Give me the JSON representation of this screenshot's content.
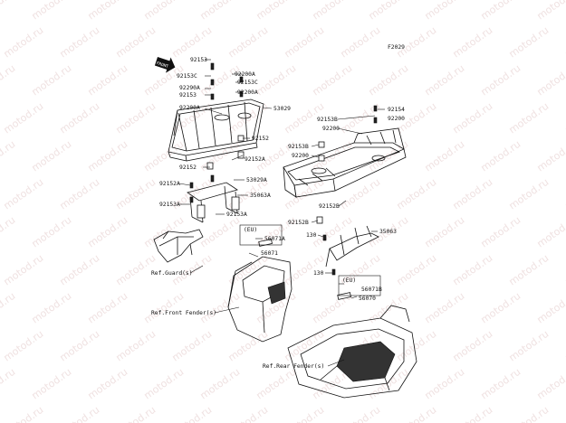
{
  "diagram": {
    "figure_code": "F2029",
    "front_indicator": "FRONT",
    "watermark_text": "motod.ru",
    "callouts": {
      "p92153_top": "92153",
      "p92153C_l": "92153C",
      "p92200A_1": "92200A",
      "p92290A": "92290A",
      "p92153C_r": "92153C",
      "p92153_mid": "92153",
      "p92200A_2": "92200A",
      "p92200A_3": "92200A",
      "p53029": "53029",
      "p92152_r": "92152",
      "p92152": "92152",
      "p92152A_r": "92152A",
      "p53029A": "53029A",
      "p92152A_l": "92152A",
      "p35063A": "35063A",
      "p92153A_l": "92153A",
      "p92153A_r": "92153A",
      "p92154": "92154",
      "p92153B_1": "92153B",
      "p92200_1": "92200",
      "p92200_2": "92200",
      "p92153B_2": "92153B",
      "p92200_3": "92200",
      "p92152B_1": "92152B",
      "p92152B_2": "92152B",
      "p35063": "35063",
      "p130_1": "130",
      "p130_2": "130",
      "eu_1": "(EU)",
      "p56071A": "56071A",
      "p56071": "56071",
      "eu_2": "(EU)",
      "p56071B": "56071B",
      "p56070": "56070"
    },
    "references": {
      "guard": "Ref.Guard(s)",
      "front_fender": "Ref.Front Fender(s)",
      "rear_fender": "Ref.Rear Fender(s)"
    }
  }
}
